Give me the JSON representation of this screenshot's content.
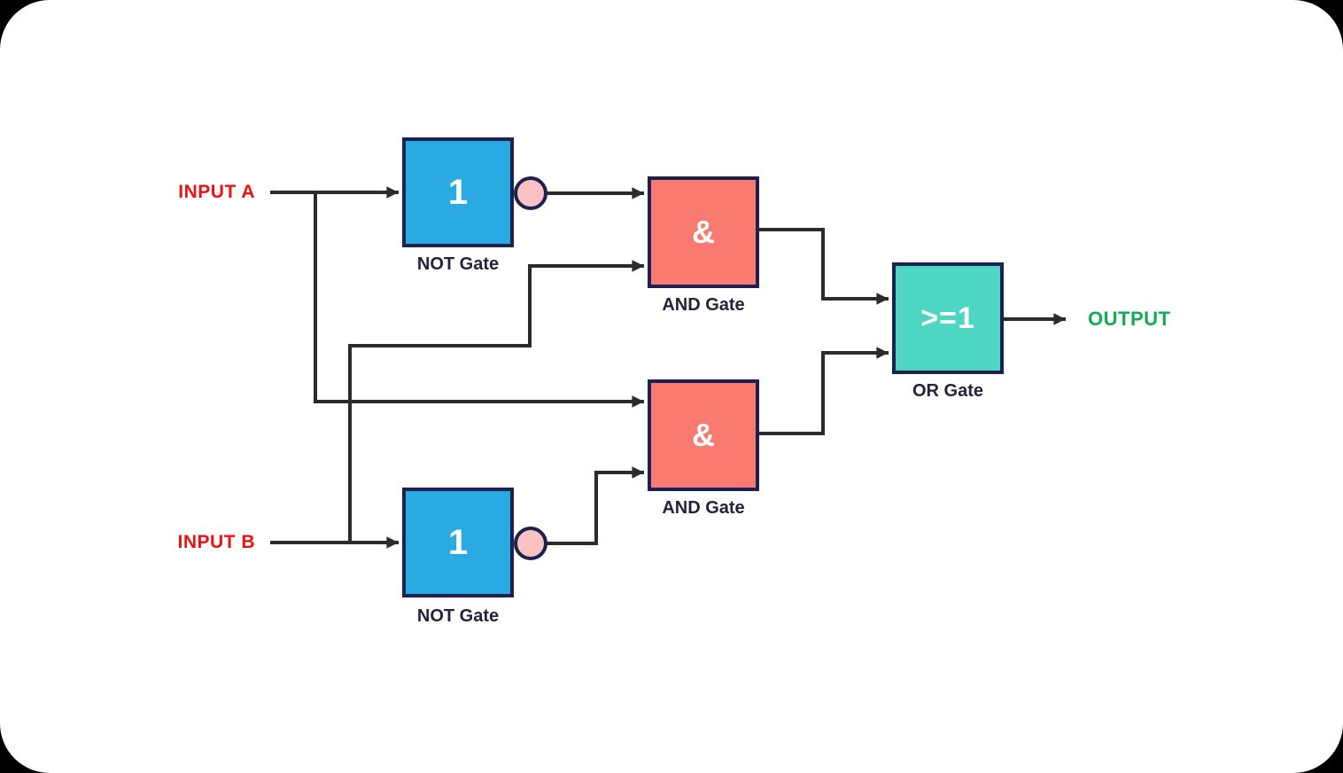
{
  "colors": {
    "page_background": "#000000",
    "canvas_background": "#ffffff",
    "wire": "#2b2b2b",
    "gate_border": "#1d2150",
    "not_gate_fill": "#29abe2",
    "and_gate_fill": "#f87a70",
    "or_gate_fill": "#4dd6c1",
    "bubble_fill": "#fbc2c4",
    "gate_symbol_color": "#ffffff",
    "caption_color": "#23233c",
    "input_label_color": "#ee1111",
    "output_label_color": "#10ac4f"
  },
  "labels": {
    "input_a": "INPUT A",
    "input_b": "INPUT B",
    "output": "OUTPUT"
  },
  "gates": {
    "not_a": {
      "symbol": "1",
      "caption": "NOT Gate"
    },
    "not_b": {
      "symbol": "1",
      "caption": "NOT Gate"
    },
    "and_top": {
      "symbol": "&",
      "caption": "AND Gate"
    },
    "and_bottom": {
      "symbol": "&",
      "caption": "AND Gate"
    },
    "or_gate": {
      "symbol": ">=1",
      "caption": "OR Gate"
    }
  }
}
